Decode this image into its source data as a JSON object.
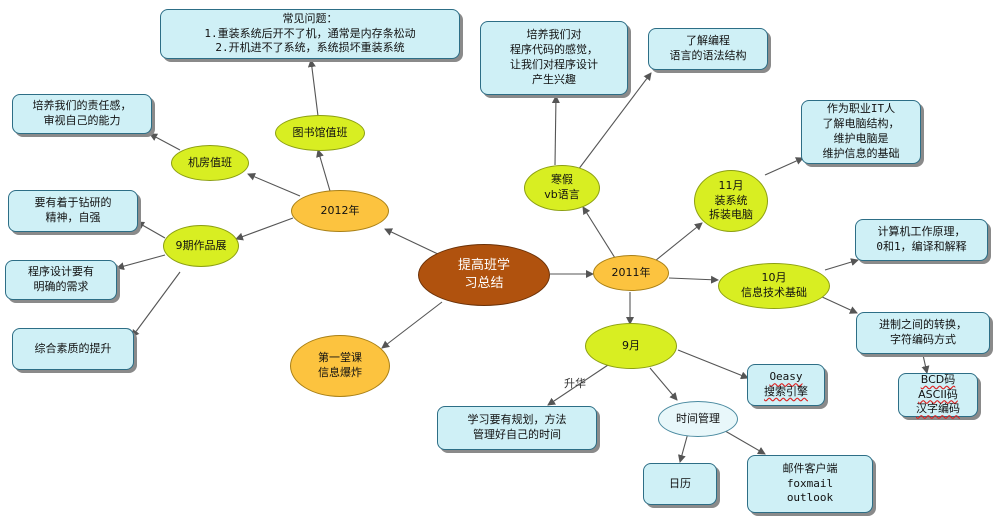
{
  "nodes": {
    "root": "提高班学\n习总结",
    "year2012": "2012年",
    "library_duty": "图书馆值班",
    "library_problem": "常见问题：\n1.重装系统后开不了机，通常是内存条松动\n2.开机进不了系统，系统损坏重装系统",
    "machine_room_duty": "机房值班",
    "responsibility": "培养我们的责任感，\n审视自己的能力",
    "works_exhibit": "9期作品展",
    "research_spirit": "要有着于钻研的\n精神，自强",
    "clear_requirements": "程序设计要有\n明确的需求",
    "comprehensive_quality": "综合素质的提升",
    "first_class": "第一堂课\n信息爆炸",
    "year2011": "2011年",
    "winter_vb": "寒假\nvb语言",
    "code_feeling": "培养我们对\n程序代码的感觉，\n让我们对程序设计\n产生兴趣",
    "syntax": "了解编程\n语言的语法结构",
    "november": "11月\n装系统\n拆装电脑",
    "it_person": "作为职业IT人\n了解电脑结构，\n维护电脑是\n维护信息的基础",
    "october": "10月\n信息技术基础",
    "computer_principle": "计算机工作原理，\n0和1，编译和解释",
    "base_conversion": "进制之间的转换，\n字符编码方式",
    "encodings": "BCD码\nASCII码\n汉字编码",
    "september": "9月",
    "oeasy": "Oeasy\n搜索引擎",
    "time_management": "时间管理",
    "plan_time": "学习要有规划，方法\n管理好自己的时间",
    "calendar": "日历",
    "mail_client": "邮件客户端\nfoxmail\noutlook",
    "sublimation_label": "升华"
  },
  "colors": {
    "root": "#b0520e",
    "year_nodes": "#fcc33f",
    "topic_nodes": "#d8ee22",
    "leaf_boxes": "#cff0f6",
    "lines": "#555555"
  }
}
